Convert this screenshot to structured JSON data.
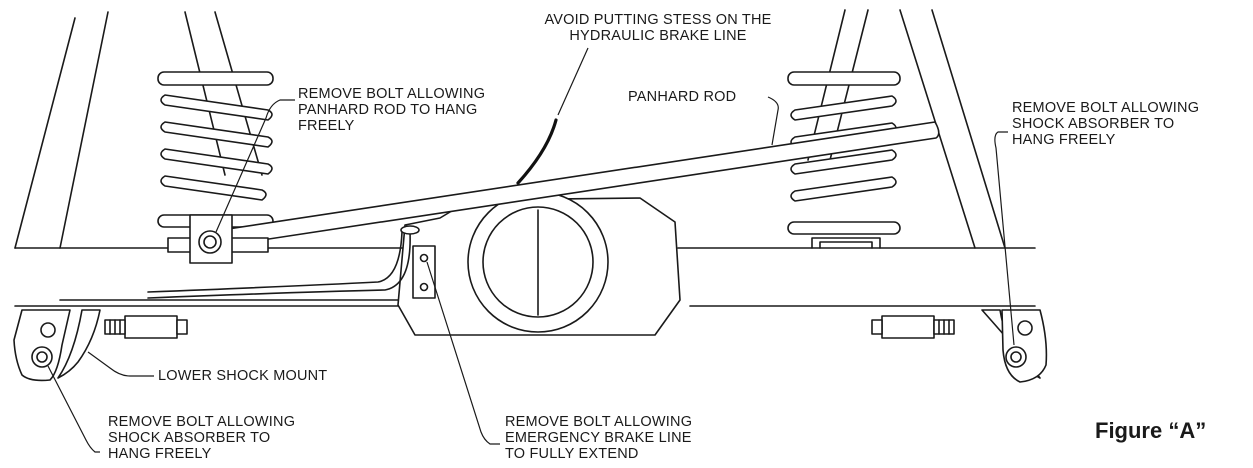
{
  "figure_label": "Figure “A”",
  "callouts": {
    "brake_line_stress": "AVOID PUTTING STESS ON THE\nHYDRAULIC BRAKE LINE",
    "panhard_bolt": "REMOVE BOLT ALLOWING\nPANHARD ROD TO HANG\nFREELY",
    "panhard_rod": "PANHARD ROD",
    "shock_bolt_right": "REMOVE BOLT ALLOWING\nSHOCK ABSORBER TO\nHANG FREELY",
    "lower_shock_mount": "LOWER SHOCK MOUNT",
    "shock_bolt_left": "REMOVE BOLT ALLOWING\nSHOCK ABSORBER TO\nHANG FREELY",
    "emergency_brake_bolt": "REMOVE BOLT ALLOWING\nEMERGENCY BRAKE LINE\nTO FULLY EXTEND"
  }
}
